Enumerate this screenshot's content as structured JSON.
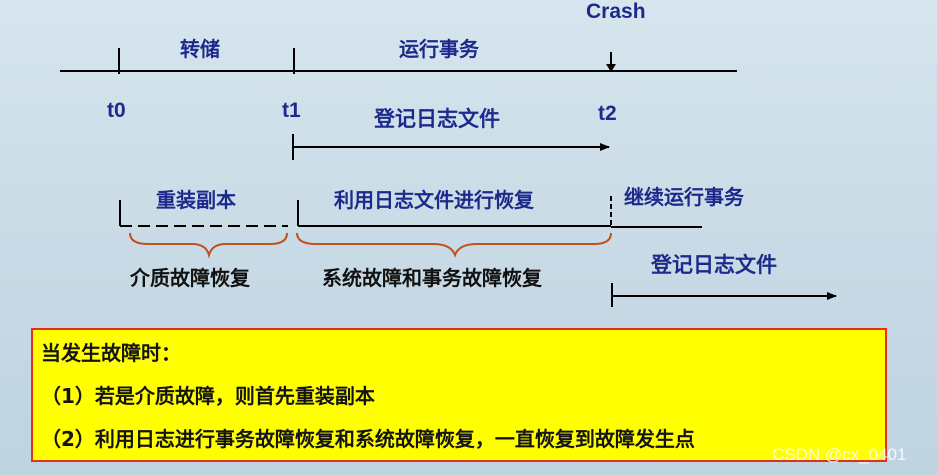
{
  "crash_label": "Crash",
  "timeline": {
    "t0": "t0",
    "t1": "t1",
    "t2": "t2",
    "segment_dump": "转储",
    "segment_run": "运行事务",
    "log_label": "登记日志文件"
  },
  "recovery": {
    "restore_backup": "重装副本",
    "redo_with_log": "利用日志文件进行恢复",
    "continue_run": "继续运行事务",
    "media_failure": "介质故障恢复",
    "system_txn_failure": "系统故障和事务故障恢复",
    "log_again": "登记日志文件"
  },
  "note_box": {
    "heading": "当发生故障时：",
    "step1": "（1）若是介质故障，则首先重装副本",
    "step2": "（2）利用日志进行事务故障恢复和系统故障恢复，一直恢复到故障发生点"
  },
  "watermark": "CSDN @cx_0401",
  "colors": {
    "text_blue": "#1d2a8c",
    "brace_orange": "#c0501c",
    "box_fill": "#ffff00",
    "box_border": "#e0301e",
    "background": "#c9dbe6"
  }
}
